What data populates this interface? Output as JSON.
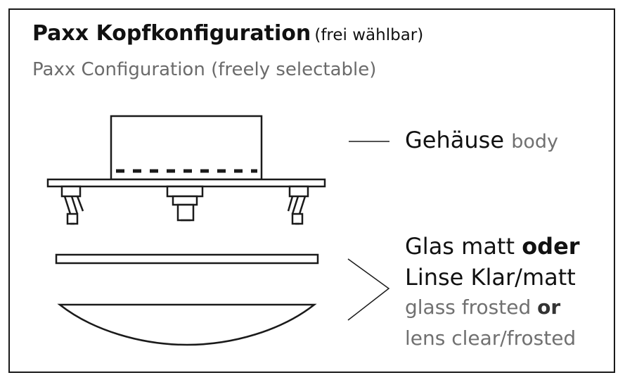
{
  "title": {
    "main": "Paxx Kopfkonfiguration",
    "suffix": "(frei wählbar)",
    "english": "Paxx Configuration (freely selectable)"
  },
  "labels": {
    "body_de": "Gehäuse",
    "body_en": "body",
    "glass_de_1": "Glas matt",
    "glass_de_or": "oder",
    "glass_de_2": "Linse Klar/matt",
    "glass_en_1": "glass frosted",
    "glass_en_or": "or",
    "glass_en_2": "lens clear/frosted"
  },
  "colors": {
    "line": "#1a1a1a",
    "text_dark": "#111111",
    "text_gray": "#707070"
  }
}
